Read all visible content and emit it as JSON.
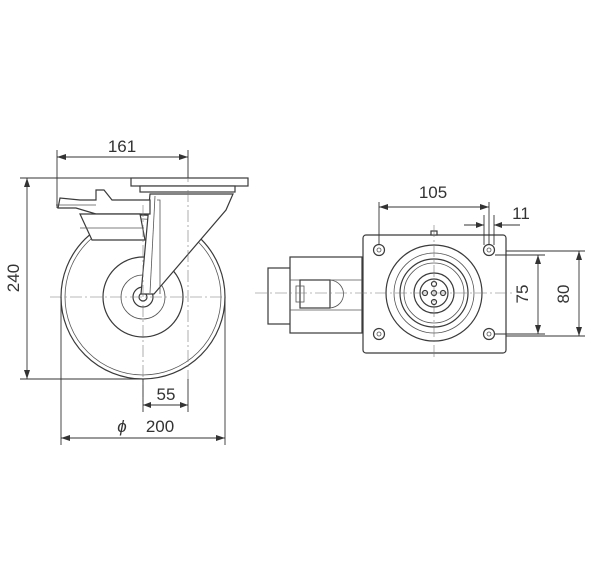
{
  "side_view": {
    "dim_top_width": "161",
    "dim_total_height": "240",
    "dim_offset": "55",
    "dim_diameter_symbol": "ϕ",
    "dim_diameter": "200"
  },
  "top_view": {
    "dim_hole_spacing": "105",
    "dim_hole_diameter": "11",
    "dim_hole_spacing_vertical": "75",
    "dim_plate_height": "80"
  }
}
